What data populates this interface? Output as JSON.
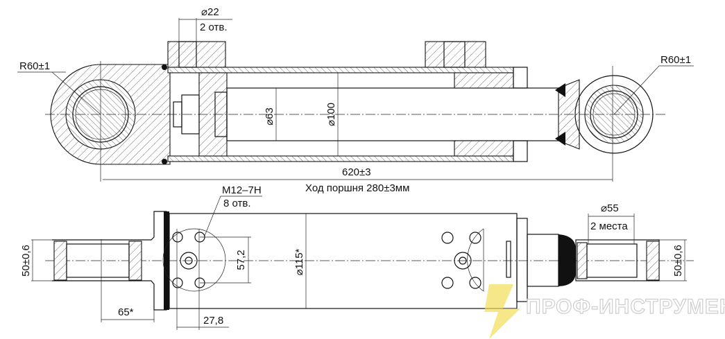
{
  "top_view": {
    "hole_diameter": "⌀22",
    "hole_count": "2 отв.",
    "radius_left": "R60±1",
    "radius_right": "R60±1",
    "rod_diameter": "⌀63",
    "bore_diameter": "⌀100",
    "overall_length": "620±3",
    "stroke": "Ход поршня 280±3мм"
  },
  "bottom_view": {
    "thread": "M12–7H",
    "thread_count": "8 отв.",
    "eye_width_left": "50±0,6",
    "eye_width_right": "50±0,6",
    "eye_offset": "65*",
    "hole_spacing_vertical": "57,2",
    "hole_spacing_horizontal": "27,8",
    "tube_diameter": "⌀115*",
    "bearing_diameter": "⌀55",
    "bearing_count": "2 места"
  },
  "watermark": {
    "text": "ПРОФ-ИНСТРУМЕНТ",
    "colors": {
      "lightning": "#f2dc52",
      "text_outline": "#c8c8c8"
    }
  }
}
